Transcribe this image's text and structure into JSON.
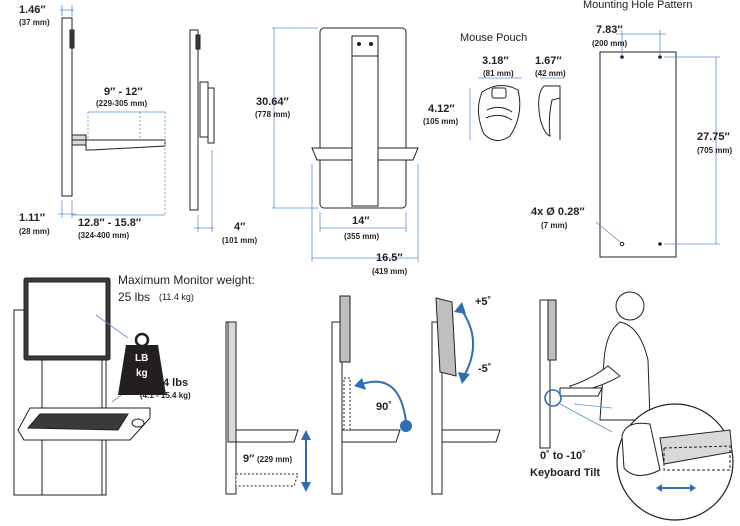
{
  "top_left": {
    "d1_main": "1.46″",
    "d1_sub": "(37 mm)",
    "d2_main": "1.11″",
    "d2_sub": "(28 mm)",
    "reach_main": "9″ - 12″",
    "reach_sub": "(229-305 mm)",
    "depth_main": "12.8″ - 15.8″",
    "depth_sub": "(324-400 mm)"
  },
  "side2": {
    "depth_main": "4″",
    "depth_sub": "(101 mm)"
  },
  "front": {
    "height_main": "30.64″",
    "height_sub": "(778 mm)",
    "width_main": "14″",
    "width_sub": "(355 mm)",
    "total_main": "16.5″",
    "total_sub": "(419 mm)"
  },
  "pouch": {
    "title": "Mouse Pouch",
    "w_main": "3.18″",
    "w_sub": "(81 mm)",
    "h_main": "4.12″",
    "h_sub": "(105 mm)",
    "d_main": "1.67″",
    "d_sub": "(42 mm)"
  },
  "mounting": {
    "title": "Mounting Hole Pattern",
    "w_main": "7.83″",
    "w_sub": "(200 mm)",
    "h_main": "27.75″",
    "h_sub": "(705 mm)",
    "hole_main": "4x Ø 0.28″",
    "hole_sub": "(7 mm)"
  },
  "monitor": {
    "title": "Maximum Monitor weight:",
    "weight": "25 lbs",
    "weight_sub": "(11.4 kg)",
    "badge_top": "LB",
    "badge_bottom": "kg",
    "range_main": "9 - 34 lbs",
    "range_sub": "(4.1 - 15.4 kg)"
  },
  "adjust": {
    "rotate": "90˚",
    "travel_main": "9″",
    "travel_sub": "(229 mm)",
    "tilt_up": "+5˚",
    "tilt_down": "-5˚"
  },
  "keyboard": {
    "tilt_range": "0˚ to -10˚",
    "tilt_label": "Keyboard Tilt"
  }
}
